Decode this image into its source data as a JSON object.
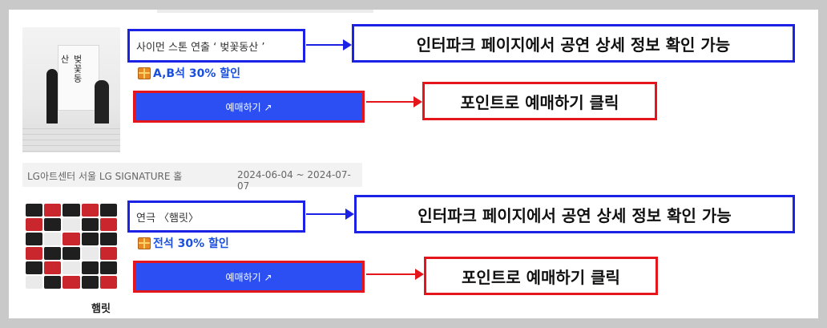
{
  "shows": [
    {
      "title": "사이먼 스톤 연출 ‘ 벚꽃동산 ’",
      "poster_text": "벚꽃동산",
      "discount": "A,B석 30% 할인",
      "reserve_label": "예매하기 ↗",
      "venue": "LG아트센터 서울 LG SIGNATURE 홀",
      "dates": "2024-06-04 ~ 2024-07-07"
    },
    {
      "title": "연극 〈햄릿〉",
      "poster_text": "햄릿",
      "discount": "전석 30% 할인",
      "reserve_label": "예매하기 ↗"
    }
  ],
  "callouts": {
    "info": "인터파크 페이지에서 공연 상세 정보 확인 가능",
    "reserve": "포인트로 예매하기 클릭"
  },
  "colors": {
    "annotation_blue": "#1b22e6",
    "annotation_red": "#e4161c",
    "button_blue": "#2b4ff2",
    "discount_blue": "#1a4fdf"
  },
  "icons": [
    "gift-icon",
    "external-link-icon",
    "arrow-right-icon"
  ]
}
